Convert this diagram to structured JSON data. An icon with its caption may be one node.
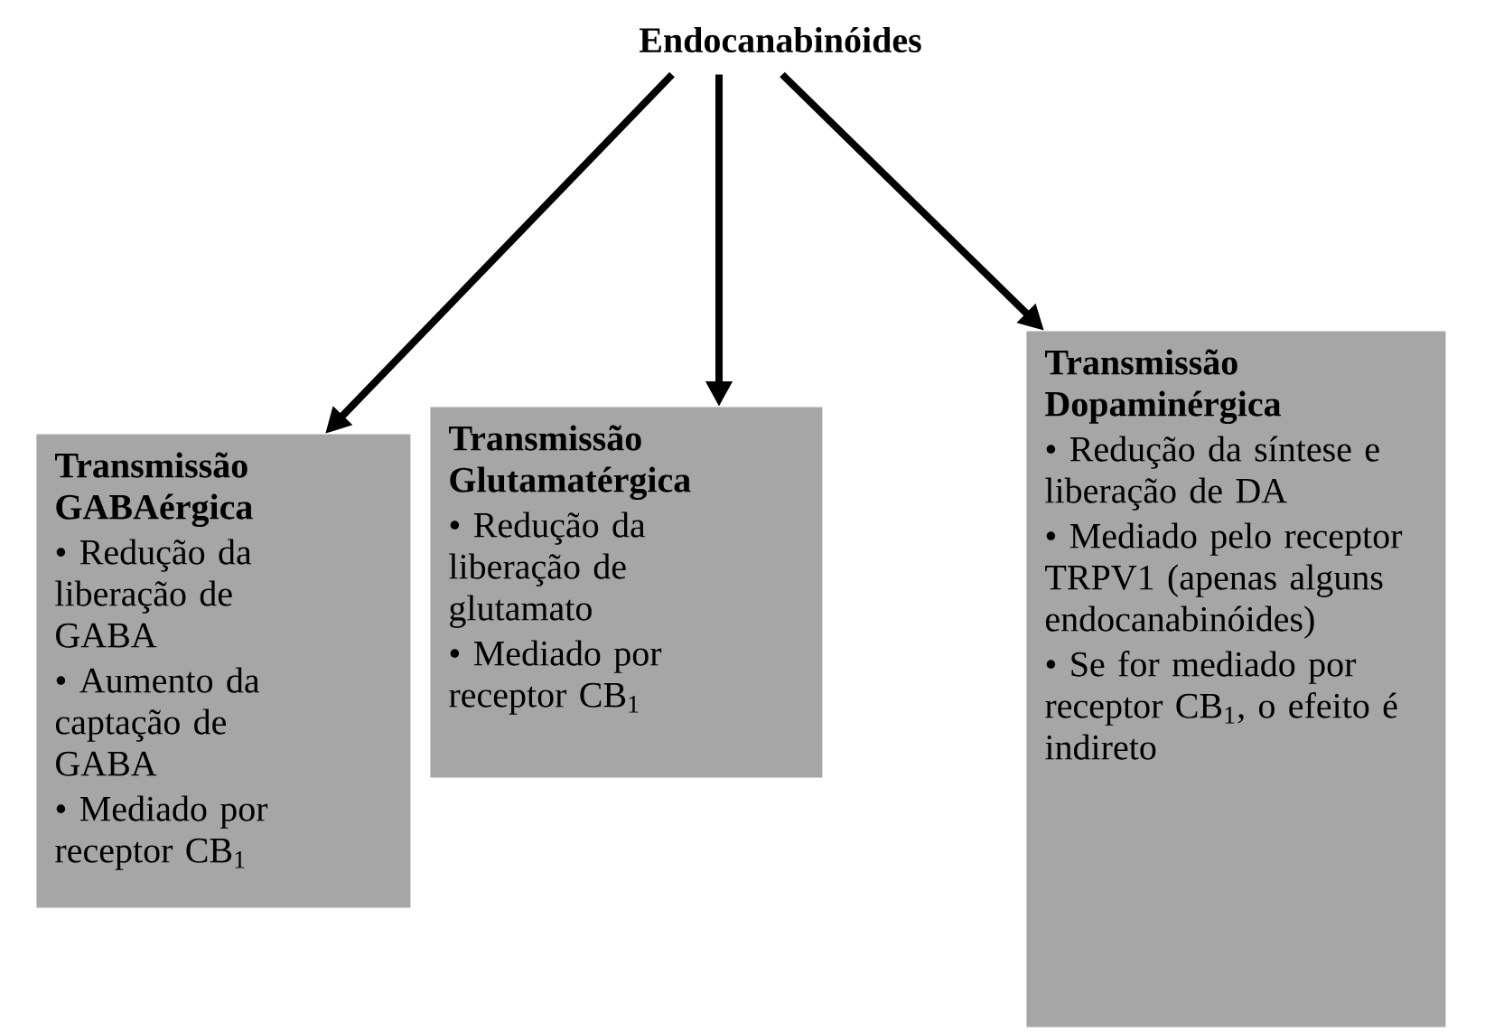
{
  "diagram": {
    "nodes": [
      {
        "text": [
          "Endocanabinóides"
        ]
      },
      {
        "text": [
          "Transmissão GABAérgica",
          "• Redução da liberação de GABA",
          "• Aumento da captação de GABA",
          "• Mediado por receptor CB$_{1}$"
        ]
      },
      {
        "text": [
          "Transmissão Glutamatérgica",
          "• Redução da liberação de glutamato",
          "• Mediado por receptor CB$_{1}$"
        ]
      },
      {
        "text": [
          "Transmissão Dopaminérgica",
          "• Redução da síntese e liberação de DA",
          "• Mediado pelo receptor TRPV1 (apenas alguns endocanabinóides)",
          "• Se for mediado por receptor CB$_{1}$, o efeito é indireto"
        ]
      }
    ],
    "edges": [
      {
        "from": 0,
        "to": 1,
        "arrow": "to"
      },
      {
        "from": 0,
        "to": 2,
        "arrow": "to"
      },
      {
        "from": 0,
        "to": 3,
        "arrow": "to"
      }
    ]
  }
}
